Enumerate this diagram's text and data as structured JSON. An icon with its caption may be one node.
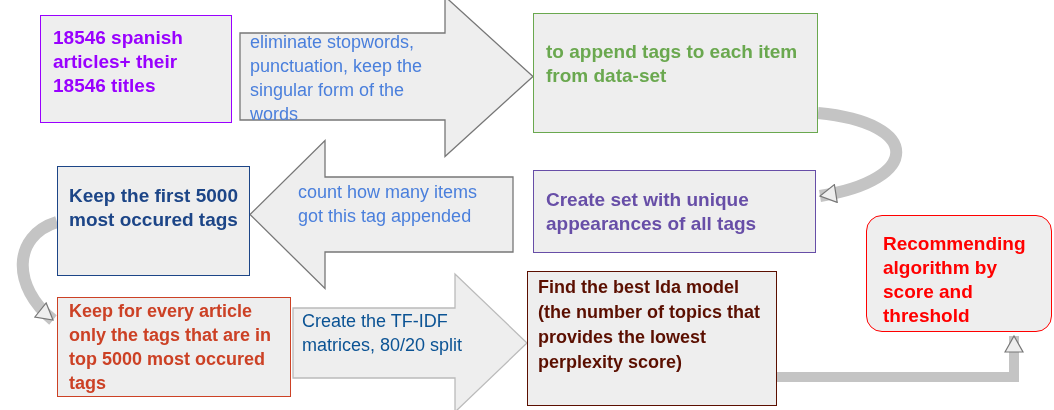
{
  "diagram": {
    "nodes": [
      {
        "text": [
          "18546 spanish articles+ their 18546 titles"
        ]
      },
      {
        "text": [
          "to append tags to each item from data-set"
        ]
      },
      {
        "text": [
          "Create set with unique appearances of all tags"
        ]
      },
      {
        "text": [
          "Keep the first 5000 most occured tags"
        ]
      },
      {
        "text": [
          "Keep for every article only the tags that are in top 5000 most occured tags"
        ]
      },
      {
        "text": [
          "Find the best lda model (the number of topics that provides the lowest perplexity score)"
        ]
      },
      {
        "text": [
          "Recommending algorithm by score and threshold"
        ]
      }
    ],
    "edges": [
      {
        "from": 0,
        "to": 1,
        "arrow": "to",
        "label": "eliminate stopwords, punctuation, keep the singular form of the words"
      },
      {
        "from": 1,
        "to": 2,
        "arrow": "to"
      },
      {
        "from": 2,
        "to": 3,
        "arrow": "to",
        "label": "count how many items got this tag appended"
      },
      {
        "from": 3,
        "to": 4,
        "arrow": "to"
      },
      {
        "from": 4,
        "to": 5,
        "arrow": "to",
        "label": "Create the TF-IDF matrices, 80/20 split",
        "color": "#bbbbbb"
      },
      {
        "from": 5,
        "to": 6,
        "arrow": "to"
      }
    ]
  }
}
